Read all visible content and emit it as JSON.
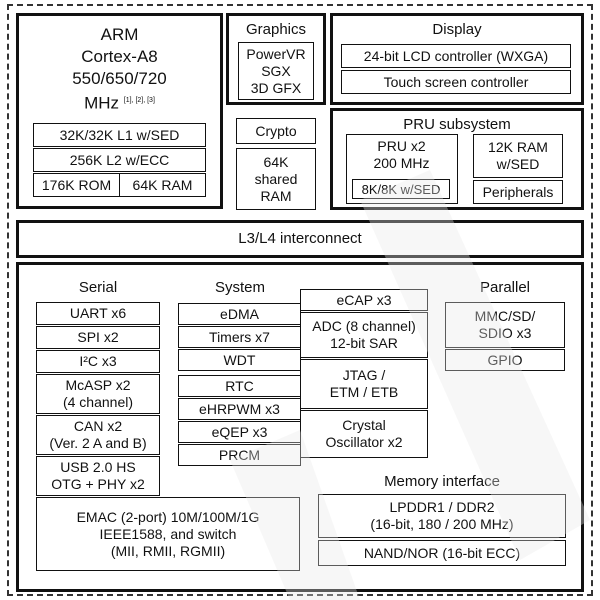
{
  "arm": {
    "line1": "ARM",
    "line2": "Cortex-A8",
    "line3": "550/650/720",
    "line4": "MHz",
    "refs": "[1], [2], [3]",
    "l1": "32K/32K L1 w/SED",
    "l2": "256K L2 w/ECC",
    "rom": "176K ROM",
    "ram": "64K RAM"
  },
  "graphics": {
    "title": "Graphics",
    "line1": "PowerVR",
    "line2": "SGX",
    "line3": "3D GFX",
    "crypto": "Crypto",
    "shared1": "64K",
    "shared2": "shared",
    "shared3": "RAM"
  },
  "display": {
    "title": "Display",
    "lcd": "24-bit LCD controller (WXGA)",
    "touch": "Touch screen controller"
  },
  "pru": {
    "title": "PRU subsystem",
    "core1": "PRU x2",
    "core2": "200 MHz",
    "sed": "8K/8K w/SED",
    "ram1": "12K RAM",
    "ram2": "w/SED",
    "periph": "Peripherals"
  },
  "interconnect": "L3/L4 interconnect",
  "serial": {
    "title": "Serial",
    "items": [
      "UART x6",
      "SPI x2",
      "I²C x3",
      "McASP x2",
      "(4 channel)",
      "CAN x2",
      "(Ver. 2 A and B)",
      "USB 2.0 HS",
      "OTG + PHY x2"
    ]
  },
  "system": {
    "title": "System",
    "left": [
      "eDMA",
      "Timers x7",
      "WDT",
      "RTC",
      "eHRPWM x3",
      "eQEP x3",
      "PRCM"
    ],
    "ecap": "eCAP x3",
    "adc1": "ADC (8 channel)",
    "adc2": "12-bit SAR",
    "jtag1": "JTAG /",
    "jtag2": "ETM / ETB",
    "osc1": "Crystal",
    "osc2": "Oscillator x2"
  },
  "parallel": {
    "title": "Parallel",
    "mmc1": "MMC/SD/",
    "mmc2": "SDIO x3",
    "gpio": "GPIO"
  },
  "emac": {
    "line1": "EMAC (2-port) 10M/100M/1G",
    "line2": "IEEE1588, and switch",
    "line3": "(MII, RMII, RGMII)"
  },
  "memory": {
    "title": "Memory interface",
    "ddr1": "LPDDR1 / DDR2",
    "ddr2": "(16-bit, 180 / 200 MHz)",
    "nand": "NAND/NOR (16-bit ECC)"
  }
}
